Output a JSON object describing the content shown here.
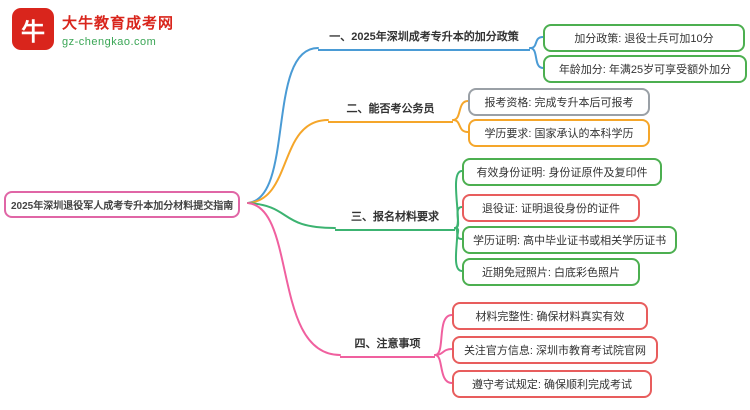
{
  "logo": {
    "brand": "大牛教育成考网",
    "domain": "gz-chengkao.com",
    "icon_char": "牛",
    "brand_color": "#d9251c",
    "domain_color": "#3aa655",
    "icon_bg": "#d9251c"
  },
  "root": {
    "label": "2025年深圳退役军人成考专升本加分材料提交指南",
    "color": "#e066a6"
  },
  "branches": [
    {
      "label": "一、2025年深圳成考专升本的加分政策",
      "color": "#4a9bd5",
      "children": [
        {
          "text": "加分政策: 退役士兵可加10分",
          "border": "#4caf50"
        },
        {
          "text": "年龄加分: 年满25岁可享受额外加分",
          "border": "#4caf50"
        }
      ]
    },
    {
      "label": "二、能否考公务员",
      "color": "#f5a62a",
      "children": [
        {
          "text": "报考资格: 完成专升本后可报考",
          "border": "#9aa0a6"
        },
        {
          "text": "学历要求: 国家承认的本科学历",
          "border": "#f5a62a"
        }
      ]
    },
    {
      "label": "三、报名材料要求",
      "color": "#3cb371",
      "children": [
        {
          "text": "有效身份证明: 身份证原件及复印件",
          "border": "#4caf50"
        },
        {
          "text": "退役证: 证明退役身份的证件",
          "border": "#e85d5d"
        },
        {
          "text": "学历证明: 高中毕业证书或相关学历证书",
          "border": "#4caf50"
        },
        {
          "text": "近期免冠照片: 白底彩色照片",
          "border": "#4caf50"
        }
      ]
    },
    {
      "label": "四、注意事项",
      "color": "#f0609f",
      "children": [
        {
          "text": "材料完整性: 确保材料真实有效",
          "border": "#e85d5d"
        },
        {
          "text": "关注官方信息: 深圳市教育考试院官网",
          "border": "#e85d5d"
        },
        {
          "text": "遵守考试规定: 确保顺利完成考试",
          "border": "#e85d5d"
        }
      ]
    }
  ]
}
